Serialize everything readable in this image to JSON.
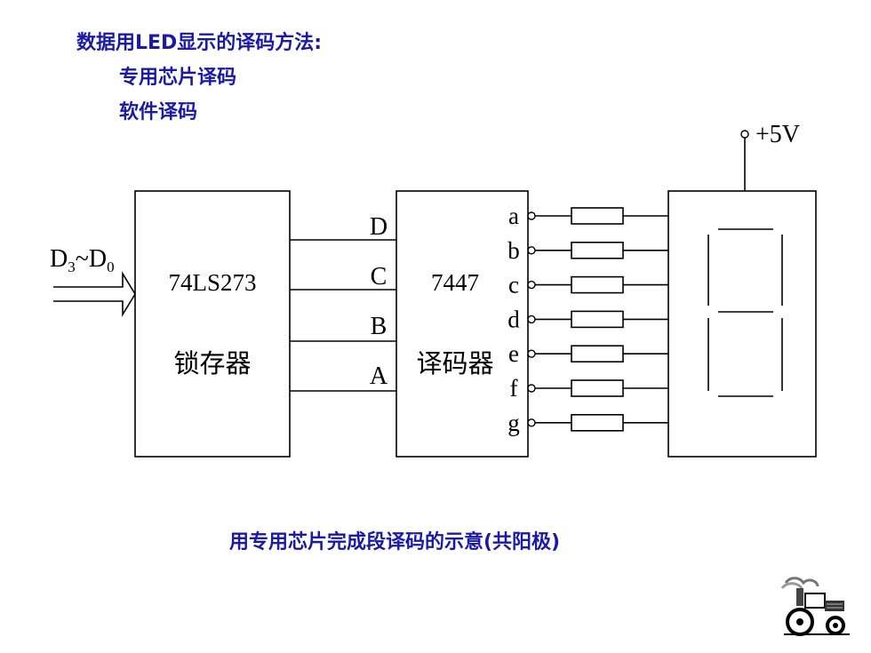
{
  "heading": "数据用LED显示的译码方法:",
  "methods": [
    "专用芯片译码",
    "软件译码"
  ],
  "caption": "用专用芯片完成段译码的示意(共阳极)",
  "supply_label": "+5V",
  "input_label_main": "D",
  "input_sub_high": "3",
  "input_tilde": "~D",
  "input_sub_low": "0",
  "latch": {
    "part": "74LS273",
    "name": "锁存器"
  },
  "bus_lines": [
    "D",
    "C",
    "B",
    "A"
  ],
  "decoder": {
    "part": "7447",
    "name": "译码器"
  },
  "segments": [
    "a",
    "b",
    "c",
    "d",
    "e",
    "f",
    "g"
  ],
  "colors": {
    "title": "#1a1aa6",
    "line": "#000000"
  },
  "icons": [
    "tractor-logo-icon"
  ]
}
